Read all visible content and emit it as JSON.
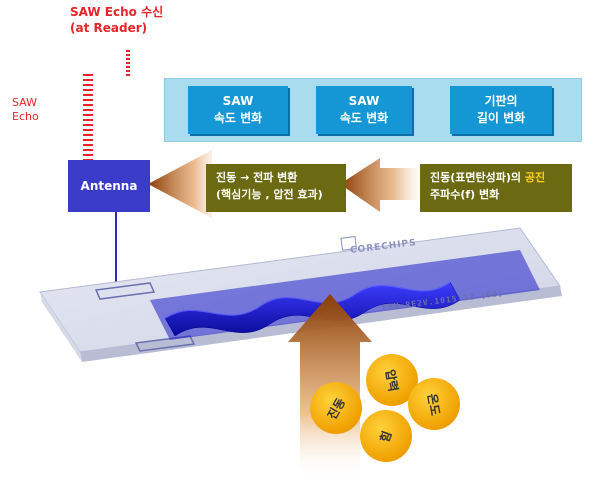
{
  "header": {
    "line1": "SAW Echo 수신",
    "line2": "(at Reader)"
  },
  "saw_echo_label": {
    "line1": "SAW",
    "line2": "Echo"
  },
  "top_chain": [
    {
      "line1": "SAW",
      "line2": "속도 변화"
    },
    {
      "line1": "SAW",
      "line2": "속도 변화"
    },
    {
      "line1": "기판의",
      "line2": "길이 변화"
    }
  ],
  "antenna": {
    "label": "Antenna"
  },
  "mid_left": {
    "line1": "진동 → 전파 변환",
    "line2": "(핵심기능 , 압전 효과)"
  },
  "mid_right": {
    "line1_a": "진동(표면탄성파)의 ",
    "line1_b": "공진",
    "line2": "주파수(f) 변화"
  },
  "chip": {
    "brand": "CORECHIPS",
    "code": "FBN RE2V.1015.12 (00)"
  },
  "influences": [
    "진동",
    "압력",
    "온도",
    "힘"
  ],
  "colors": {
    "red": "#e8232a",
    "blue_box": "#1597d6",
    "antenna": "#3a3bc8",
    "olive": "#6b6a12",
    "highlight": "#ffd21e",
    "chip_wave": "#2222cc",
    "orange": "#f0a000"
  }
}
